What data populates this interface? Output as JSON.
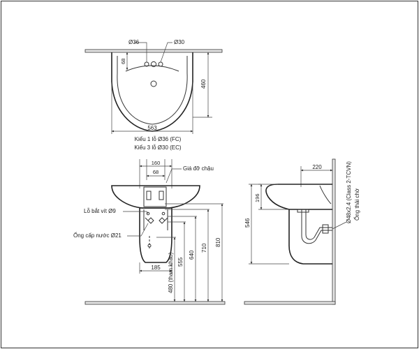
{
  "top_view": {
    "hole_left": "Ø36",
    "hole_right": "Ø30",
    "depth_small": "68",
    "depth": "460",
    "width": "563",
    "note_1": "Kiểu 1 lỗ Ø36 (FC)",
    "note_3": "Kiểu 3 lỗ Ø30 (EC)"
  },
  "front_view": {
    "bracket_width": "160",
    "bracket_inner": "68",
    "bracket_label": "Giá đỡ chậu",
    "screw_hole_label": "Lỗ bắt vít Ø9",
    "water_pipe_label": "Ống cấp nước Ø21",
    "pedestal_width": "185",
    "height_ref": "480 (tham khảo)",
    "height_555": "555",
    "height_640": "640",
    "height_710": "710",
    "height_810": "810"
  },
  "side_view": {
    "projection": "220",
    "bowl_height": "196",
    "total_height": "546",
    "drain_label": "Ø48x2.4 (Class 2-TCVN)",
    "drain_label_2": "Ống thải chờ"
  }
}
